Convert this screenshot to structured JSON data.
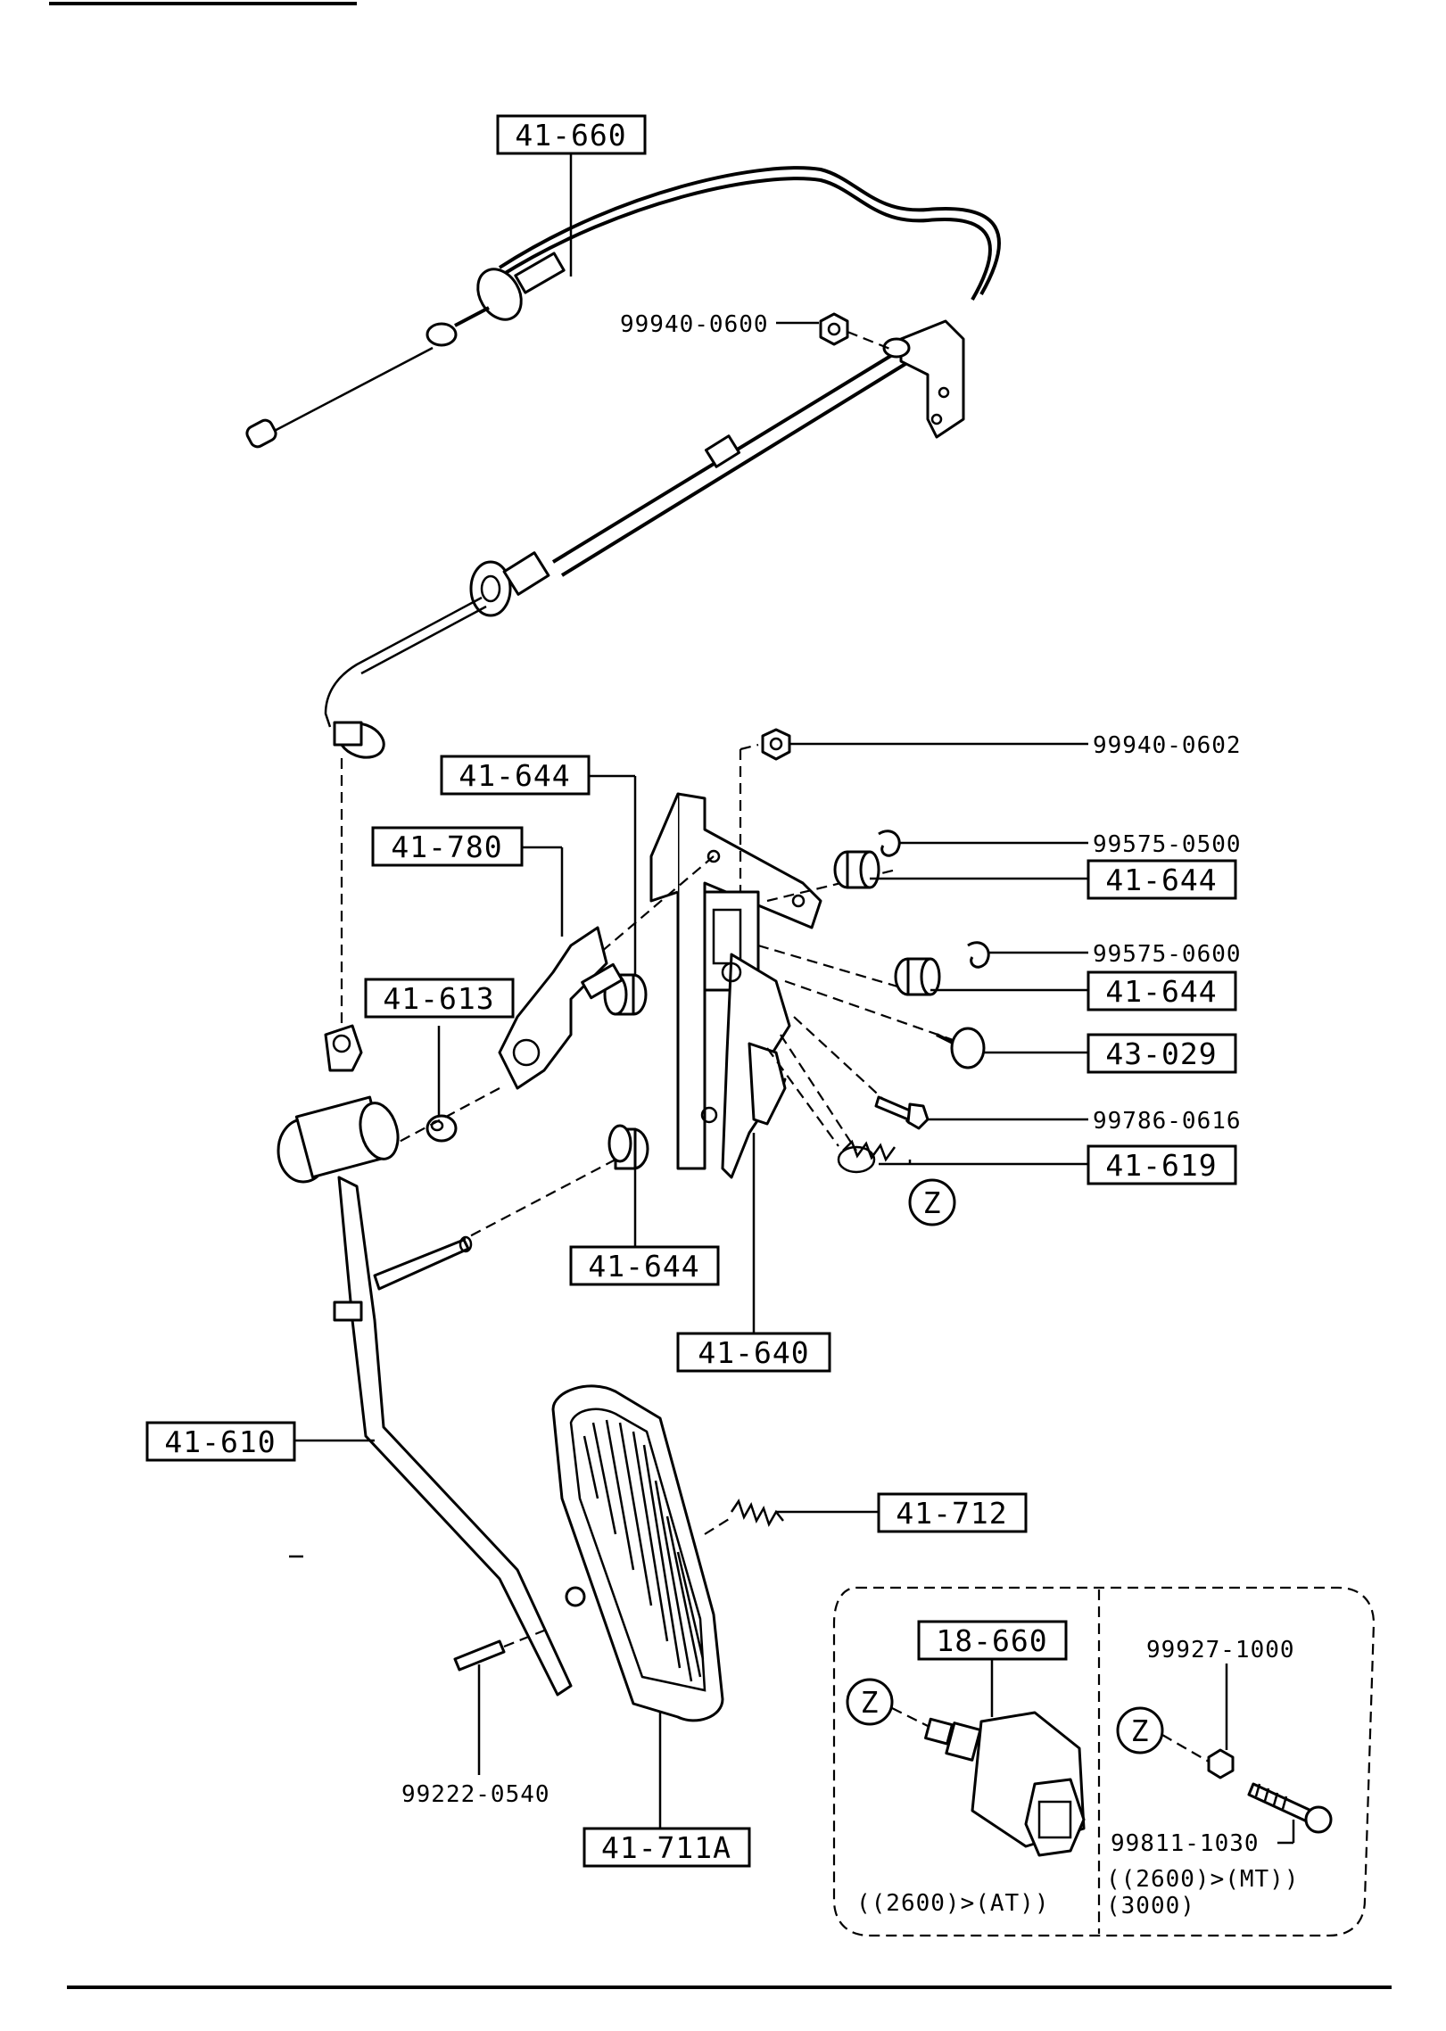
{
  "boxed_labels": [
    {
      "key": "cable",
      "text": "41-660"
    },
    {
      "key": "bushing_top",
      "text": "41-644"
    },
    {
      "key": "bracket_plate",
      "text": "41-780"
    },
    {
      "key": "spacer",
      "text": "41-613"
    },
    {
      "key": "bushing_r1",
      "text": "41-644"
    },
    {
      "key": "bushing_r2",
      "text": "41-644"
    },
    {
      "key": "stopper",
      "text": "43-029"
    },
    {
      "key": "spring_r",
      "text": "41-619"
    },
    {
      "key": "bushing_bottom",
      "text": "41-644"
    },
    {
      "key": "bracket",
      "text": "41-640"
    },
    {
      "key": "pedal_arm",
      "text": "41-610"
    },
    {
      "key": "spring_pedal",
      "text": "41-712"
    },
    {
      "key": "pedal_pad",
      "text": "41-711A"
    },
    {
      "key": "switch",
      "text": "18-660"
    }
  ],
  "plain_labels": [
    {
      "key": "nut_cable",
      "text": "99940-0600"
    },
    {
      "key": "nut_bracket",
      "text": "99940-0602"
    },
    {
      "key": "clip_1",
      "text": "99575-0500"
    },
    {
      "key": "clip_2",
      "text": "99575-0600"
    },
    {
      "key": "bolt_1",
      "text": "99786-0616"
    },
    {
      "key": "pin",
      "text": "99222-0540"
    },
    {
      "key": "nut_inset",
      "text": "99927-1000"
    },
    {
      "key": "bolt_inset",
      "text": "99811-1030"
    }
  ],
  "ref_markers": [
    {
      "key": "main",
      "text": "Z"
    },
    {
      "key": "inset_left",
      "text": "Z"
    },
    {
      "key": "inset_right",
      "text": "Z"
    }
  ],
  "inset_notes": {
    "left": "((2600)>(AT))",
    "right_line1": "((2600)>(MT))",
    "right_line2": "(3000)"
  }
}
